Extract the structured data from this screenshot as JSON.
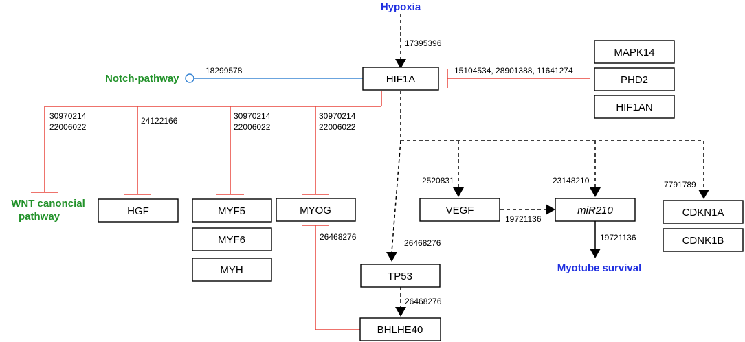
{
  "nodes": {
    "hypoxia": "Hypoxia",
    "hif1a": "HIF1A",
    "notch": "Notch-pathway",
    "mapk14": "MAPK14",
    "phd2": "PHD2",
    "hif1an": "HIF1AN",
    "wnt_line1": "WNT canoncial",
    "wnt_line2": "pathway",
    "hgf": "HGF",
    "myf5": "MYF5",
    "myf6": "MYF6",
    "myh": "MYH",
    "myog": "MYOG",
    "vegf": "VEGF",
    "mir210": "miR210",
    "cdkn1a": "CDKN1A",
    "cdnk1b": "CDNK1B",
    "tp53": "TP53",
    "bhlhe40": "BHLHE40",
    "myotube": "Myotube survival"
  },
  "refs": {
    "hypoxia_hif1a": "17395396",
    "notch_hif1a": "18299578",
    "inhibitors_hif1a": "15104534, 28901388, 11641274",
    "wnt_a": "30970214",
    "wnt_b": "22006022",
    "hgf": "24122166",
    "myf5_a": "30970214",
    "myf5_b": "22006022",
    "myog_a": "30970214",
    "myog_b": "22006022",
    "vegf": "2520831",
    "mir210": "23148210",
    "cdkn1a": "7791789",
    "vegf_mir210": "19721136",
    "mir210_myotube": "19721136",
    "bhlhe40_myog": "26468276",
    "hif1a_tp53": "26468276",
    "tp53_bhlhe40": "26468276"
  },
  "colors": {
    "activation": "#000000",
    "inhibition": "#e8453c",
    "notch_link": "#3a86d4",
    "outcome_text": "#1f2fe0",
    "pathway_text": "#22922a"
  }
}
